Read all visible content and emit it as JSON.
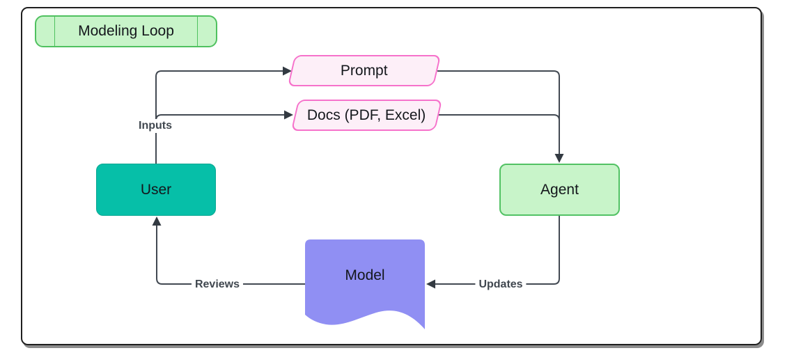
{
  "diagram_type": "flowchart-loop",
  "title_badge": {
    "label": "Modeling Loop",
    "shape": "subroutine",
    "fill": "#c8f4c9",
    "border_color": "#4fc15f"
  },
  "nodes": {
    "prompt": {
      "label": "Prompt",
      "shape": "parallelogram",
      "fill": "#fdeff8",
      "border_color": "#f672cb"
    },
    "docs": {
      "label": "Docs (PDF, Excel)",
      "shape": "parallelogram",
      "fill": "#fdeff8",
      "border_color": "#f672cb"
    },
    "user": {
      "label": "User",
      "shape": "rounded-rect",
      "fill": "#06bfa8"
    },
    "agent": {
      "label": "Agent",
      "shape": "rounded-rect",
      "fill": "#c8f4c9",
      "border_color": "#52c264"
    },
    "model": {
      "label": "Model",
      "shape": "document-wave",
      "fill": "#908ff3"
    }
  },
  "edges": [
    {
      "from": "user",
      "to": "prompt",
      "label": "Inputs"
    },
    {
      "from": "user",
      "to": "docs",
      "label": ""
    },
    {
      "from": "prompt",
      "to": "agent",
      "label": ""
    },
    {
      "from": "docs",
      "to": "agent",
      "label": ""
    },
    {
      "from": "agent",
      "to": "model",
      "label": "Updates"
    },
    {
      "from": "model",
      "to": "user",
      "label": "Reviews"
    }
  ],
  "colors": {
    "frame_border": "#1f1f1f",
    "edge_line": "#424952",
    "arrowhead": "#333a42",
    "edge_label_text": "#40474f",
    "node_text": "#14171c",
    "background": "#ffffff"
  }
}
